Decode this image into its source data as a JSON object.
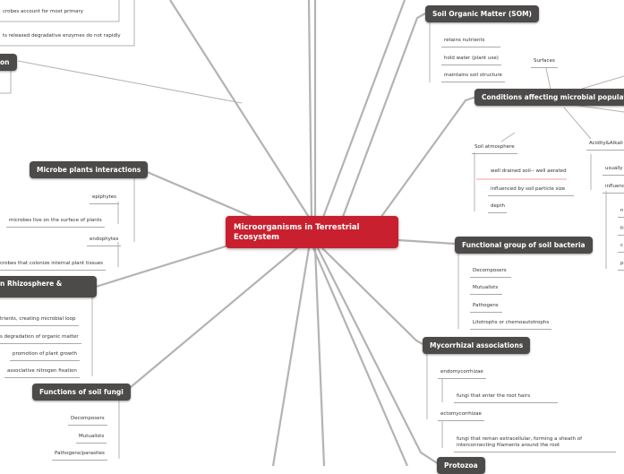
{
  "center": "Microorganisms in Terrestrial Ecosystem",
  "top_left": {
    "items": [
      "crobes account for most primary",
      "ts released degradative enzymes do not rapidly"
    ],
    "partial_node": "on"
  },
  "microbe_plants": {
    "title": "Microbe plants interactions",
    "items": [
      "epiphytes",
      "microbes live on the surface of plants",
      "endophytes",
      "crobes that colonize internal plant tissues"
    ]
  },
  "rhizosphere": {
    "title": "n Rhizosphere &",
    "items": [
      "trients, creating microbial loop",
      "s degradation of organic matter",
      "promotion of plant growth",
      "associative nitrogen fixation"
    ]
  },
  "fungi": {
    "title": "Functions of soil fungi",
    "items": [
      "Decomposers",
      "Mutualists",
      "Pathogens/parasites"
    ]
  },
  "som": {
    "title": "Soil Organic Matter (SOM)",
    "items": [
      "retains nutrients",
      "hold water (plant use)",
      "maintains soil structure"
    ]
  },
  "conditions": {
    "title": "Conditions affecting microbial population",
    "surfaces": "Surfaces",
    "soil_atmosphere": "Soil atmosphere",
    "atmosphere_items": [
      "well drained soil-- well aerated",
      "influenced by soil particle size",
      "depth"
    ],
    "acidity": "Acidity&Alkali",
    "acidity_items": [
      "usually",
      "influenc"
    ],
    "influence_items": [
      "n",
      "ti",
      "c",
      "p"
    ]
  },
  "bacteria": {
    "title": "Functional group of soil bacteria",
    "items": [
      "Decomposers",
      "Mutualists",
      "Pathogens",
      "Litotrophs or chemoautotrophs"
    ]
  },
  "mycorrhizal": {
    "title": "Mycorrhizal associations",
    "endo": "endomycorrhizae",
    "endo_desc": "fungi that enter the root hairs",
    "ecto": "ectomycorrhizae",
    "ecto_desc": "fungi that reman extracellular, forming a sheath of interconnecting filaments around the root"
  },
  "protozoa": {
    "title": "Protozoa"
  },
  "colors": {
    "center": "#c8202e",
    "node": "#4d4b4a",
    "highlight": "#f4a0a8"
  }
}
